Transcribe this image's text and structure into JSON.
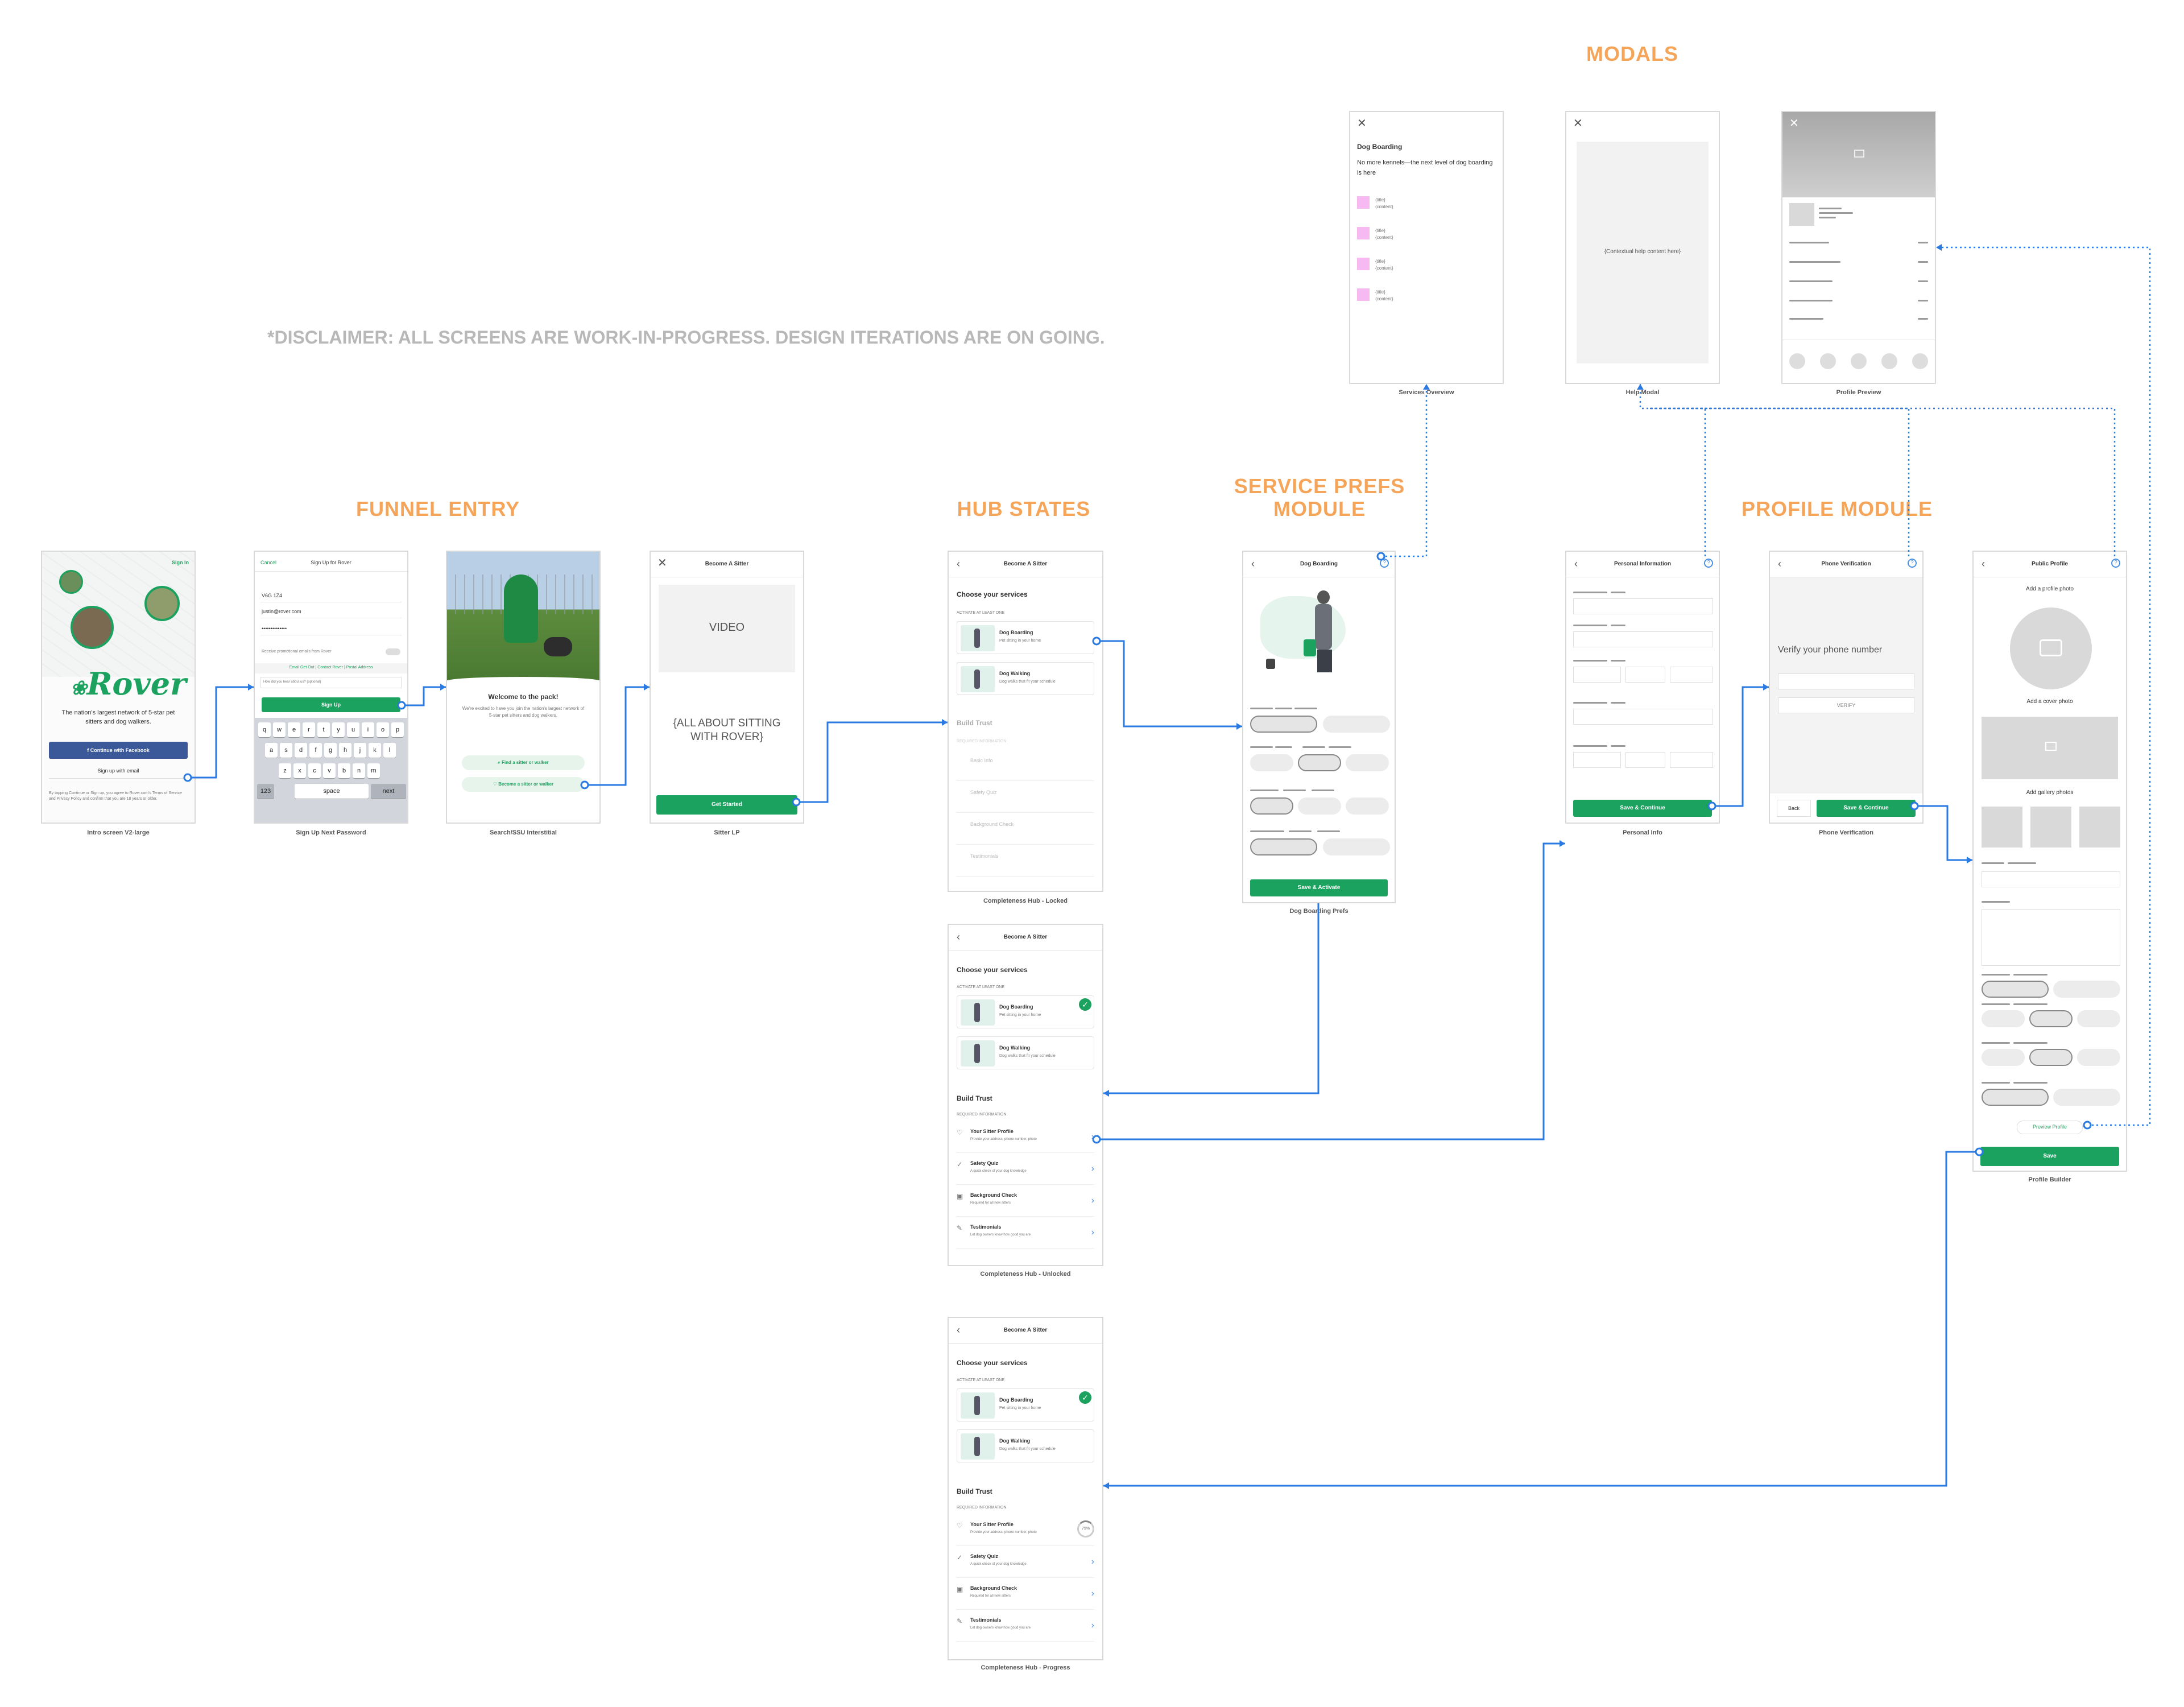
{
  "sections": {
    "modals": "MODALS",
    "funnel_entry": "FUNNEL ENTRY",
    "hub_states": "HUB STATES",
    "service_prefs_1": "SERVICE PREFS",
    "service_prefs_2": "MODULE",
    "profile_module": "PROFILE MODULE"
  },
  "disclaimer": "*DISCLAIMER: ALL SCREENS ARE WORK-IN-PROGRESS. DESIGN ITERATIONS ARE ON GOING.",
  "captions": {
    "intro": "Intro screen V2-large",
    "signup": "Sign Up Next Password",
    "interstitial": "Search/SSU Interstitial",
    "sitter_lp": "Sitter LP",
    "hub_locked": "Completeness Hub - Locked",
    "hub_unlocked": "Completeness Hub - Unlocked",
    "hub_progress": "Completeness Hub - Progress",
    "dog_boarding_prefs": "Dog Boarding Prefs",
    "personal_info": "Personal Info",
    "phone_verification": "Phone Verification",
    "profile_builder": "Profile Builder",
    "services_overview": "Services Overview",
    "help_modal": "Help Modal",
    "profile_preview": "Profile Preview"
  },
  "intro": {
    "sign_in": "Sign In",
    "logo": "Rover",
    "tagline": "The nation's largest network of 5-star pet sitters and dog walkers.",
    "facebook": "Continue with Facebook",
    "email": "Sign up with email",
    "legal": "By tapping Continue or Sign up, you agree to Rover.com's Terms of Service and Privacy Policy and confirm that you are 18 years or older."
  },
  "signup": {
    "cancel": "Cancel",
    "title": "Sign Up for Rover",
    "zip": "V6G 1Z4",
    "email": "justin@rover.com",
    "password": "••••••••••••••",
    "promo": "Receive promotional emails from Rover",
    "suggest": "Email Get Out | Contact Rover | Postal Address",
    "hint": "How did you hear about us? (optional)",
    "button": "Sign Up",
    "keys_row1": [
      "q",
      "w",
      "e",
      "r",
      "t",
      "y",
      "u",
      "i",
      "o",
      "p"
    ],
    "keys_row2": [
      "a",
      "s",
      "d",
      "f",
      "g",
      "h",
      "j",
      "k",
      "l"
    ],
    "keys_row3": [
      "z",
      "x",
      "c",
      "v",
      "b",
      "n",
      "m"
    ],
    "key_123": "123",
    "key_space": "space",
    "key_next": "next"
  },
  "interstitial": {
    "title": "Welcome to the pack!",
    "body": "We're excited to have you join the nation's largest network of 5-star pet sitters and dog walkers.",
    "find": "Find a sitter or walker",
    "become": "Become a sitter or walker"
  },
  "sitter_lp": {
    "title": "Become A Sitter",
    "video": "VIDEO",
    "about": "{ALL ABOUT SITTING WITH ROVER}",
    "button": "Get Started"
  },
  "hub": {
    "title": "Become A Sitter",
    "choose": "Choose your services",
    "activate": "ACTIVATE AT LEAST ONE",
    "boarding": "Dog Boarding",
    "boarding_sub": "Pet sitting in your home",
    "walking": "Dog Walking",
    "walking_sub": "Dog walks that fit your schedule",
    "build_trust": "Build Trust",
    "required": "REQUIRED INFORMATION",
    "locked_items": [
      "Basic Info",
      "Safety Quiz",
      "Background Check",
      "Testimonials"
    ],
    "items": [
      {
        "title": "Your Sitter Profile",
        "sub": "Provide your address, phone number, photo"
      },
      {
        "title": "Safety Quiz",
        "sub": "A quick check of your dog knowledge"
      },
      {
        "title": "Background Check",
        "sub": "Required for all new sitters"
      },
      {
        "title": "Testimonials",
        "sub": "Let dog owners know how good you are"
      }
    ],
    "progress": "75%"
  },
  "prefs": {
    "title": "Dog Boarding",
    "button": "Save & Activate"
  },
  "personal": {
    "title": "Personal Information",
    "button": "Save & Continue"
  },
  "phone": {
    "title": "Phone Verification",
    "heading": "Verify your phone number",
    "verify": "VERIFY",
    "back": "Back",
    "button": "Save & Continue"
  },
  "profile": {
    "title": "Public Profile",
    "photo": "Add a profile photo",
    "cover": "Add a cover photo",
    "gallery": "Add gallery photos",
    "preview": "Preview Profile",
    "save": "Save"
  },
  "overview": {
    "title": "Dog Boarding",
    "body": "No more kennels—the next level of dog boarding is here",
    "item_title": "{title}",
    "item_content": "{content}"
  },
  "help": {
    "content": "{Contextual help content here}"
  },
  "colors": {
    "accent": "#1ca25f",
    "section": "#f5a55a",
    "connector": "#2a7ae2",
    "facebook": "#3b5998"
  }
}
